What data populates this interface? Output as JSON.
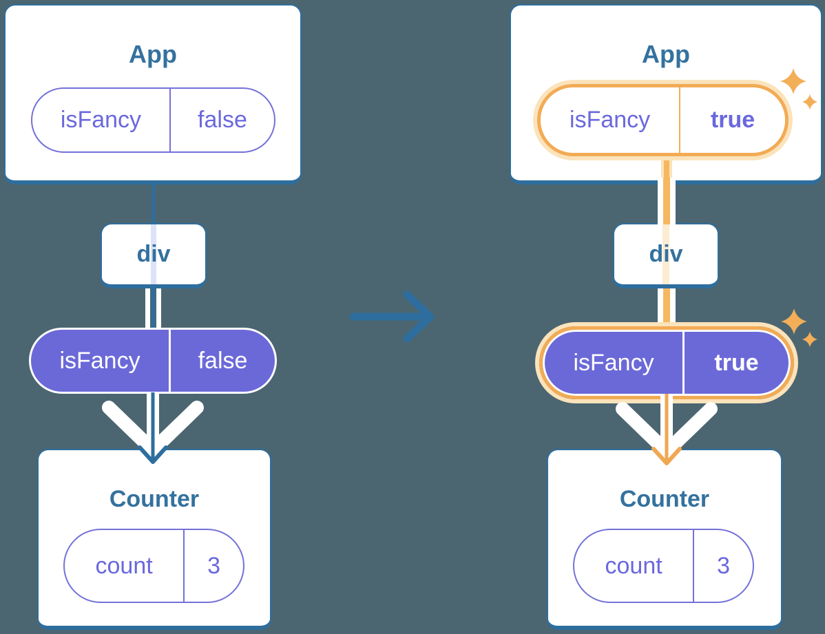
{
  "colors": {
    "background": "#4b6671",
    "stroke_blue": "#2e6e9e",
    "heading_blue": "#34719e",
    "purple_fill": "#6b69d8",
    "purple_text": "#6a68dd",
    "purple_border": "#7471d8",
    "lavender_stripe": "#dce3f8",
    "orange_ring": "#f2ab55",
    "orange_line": "#f5b860",
    "orange_pale": "#fbe3bb",
    "white": "#ffffff"
  },
  "before": {
    "app": {
      "title": "App",
      "prop": {
        "name": "isFancy",
        "value": "false"
      }
    },
    "div": {
      "label": "div"
    },
    "passed": {
      "name": "isFancy",
      "value": "false"
    },
    "counter": {
      "title": "Counter",
      "state": {
        "name": "count",
        "value": "3"
      }
    }
  },
  "after": {
    "app": {
      "title": "App",
      "prop": {
        "name": "isFancy",
        "value": "true"
      }
    },
    "div": {
      "label": "div"
    },
    "passed": {
      "name": "isFancy",
      "value": "true"
    },
    "counter": {
      "title": "Counter",
      "state": {
        "name": "count",
        "value": "3"
      }
    }
  },
  "icons": {
    "transition_arrow": "right-arrow-icon",
    "sparkles": "sparkle-icon"
  }
}
